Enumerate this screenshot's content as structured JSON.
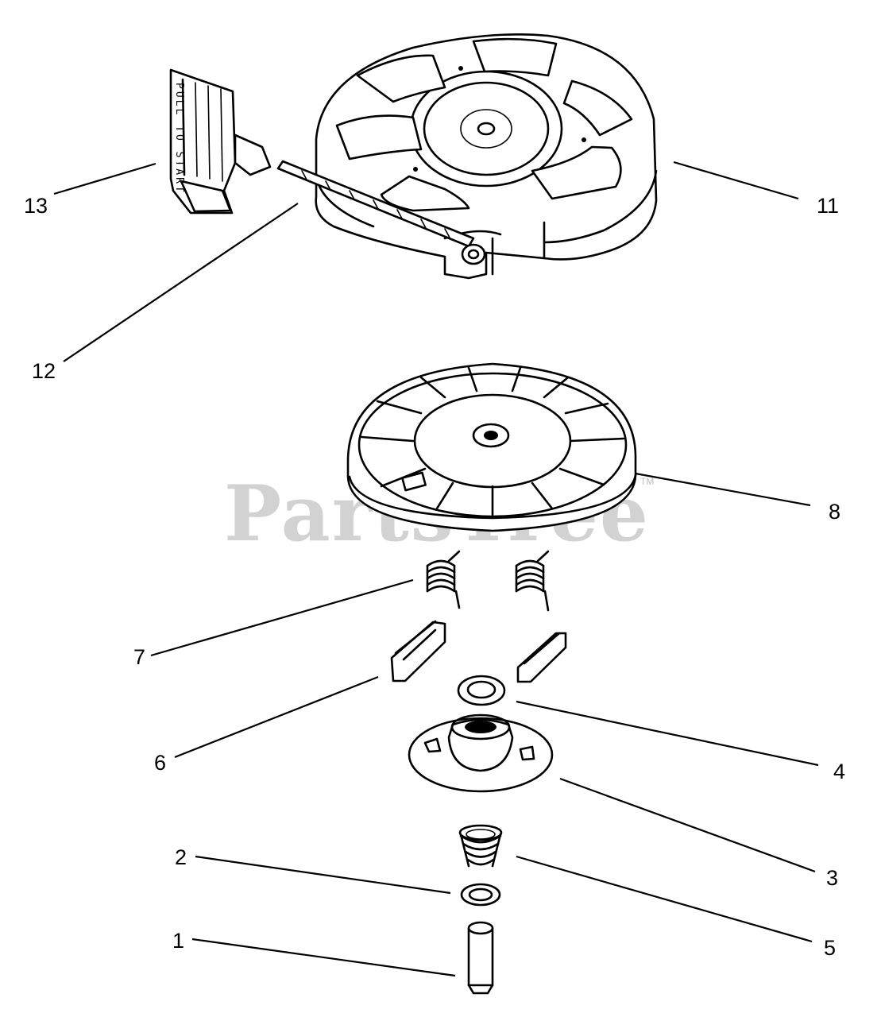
{
  "watermark": {
    "text": "PartsTree",
    "trademark": "TM"
  },
  "handle_text": "PULL TO START",
  "callouts": [
    {
      "id": "13",
      "label": "13"
    },
    {
      "id": "12",
      "label": "12"
    },
    {
      "id": "11",
      "label": "11"
    },
    {
      "id": "8",
      "label": "8"
    },
    {
      "id": "7",
      "label": "7"
    },
    {
      "id": "6",
      "label": "6"
    },
    {
      "id": "4",
      "label": "4"
    },
    {
      "id": "3",
      "label": "3"
    },
    {
      "id": "2",
      "label": "2"
    },
    {
      "id": "5",
      "label": "5"
    },
    {
      "id": "1",
      "label": "1"
    }
  ]
}
